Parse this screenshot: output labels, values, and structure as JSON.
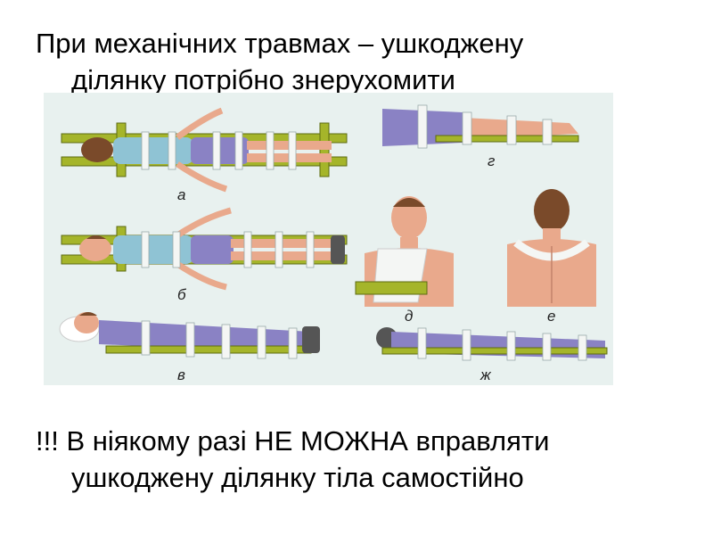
{
  "slide": {
    "heading_line1": "При механічних травмах – ушкоджену",
    "heading_line2": "ділянку потрібно знерухомити",
    "warning_line1": "!!! В ніякому разі НЕ МОЖНА вправляти",
    "warning_line2": "ушкоджену ділянку тіла  самостійно"
  },
  "figure": {
    "panels": [
      {
        "id": "a",
        "caption": "а"
      },
      {
        "id": "b",
        "caption": "б"
      },
      {
        "id": "v",
        "caption": "в"
      },
      {
        "id": "g",
        "caption": "г"
      },
      {
        "id": "d",
        "caption": "д"
      },
      {
        "id": "e",
        "caption": "е"
      },
      {
        "id": "zh",
        "caption": "ж"
      }
    ]
  },
  "colors": {
    "figure_bg": "#e8f1ef",
    "splint": "#a5b52a",
    "bandage": "#f4f6f4",
    "skin": "#e9a98c",
    "shirt": "#8fc3d4",
    "trousers": "#8a82c4"
  }
}
